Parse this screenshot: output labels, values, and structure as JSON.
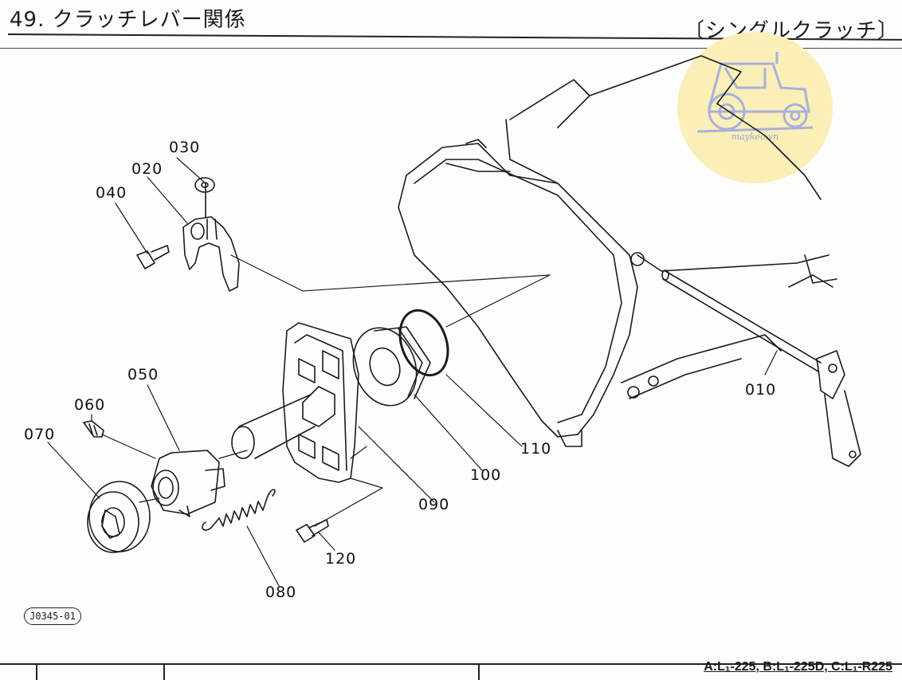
{
  "page": {
    "title": "49. クラッチレバー関係",
    "subtitle": "〔シングルクラッチ〕",
    "code": "J0345-01",
    "footer": "A:L₁-225, B:L₁-225D, C:L₁-R225"
  },
  "parts": [
    {
      "id": "p010",
      "label": "010"
    },
    {
      "id": "p020",
      "label": "020"
    },
    {
      "id": "p030",
      "label": "030"
    },
    {
      "id": "p040",
      "label": "040"
    },
    {
      "id": "p050",
      "label": "050"
    },
    {
      "id": "p060",
      "label": "060"
    },
    {
      "id": "p070",
      "label": "070"
    },
    {
      "id": "p080",
      "label": "080"
    },
    {
      "id": "p090",
      "label": "090"
    },
    {
      "id": "p100",
      "label": "100"
    },
    {
      "id": "p110",
      "label": "110"
    },
    {
      "id": "p120",
      "label": "120"
    }
  ],
  "watermark": {
    "text": "maykeo.vn",
    "icon": "tractor-icon",
    "color": "#fbefb8"
  }
}
